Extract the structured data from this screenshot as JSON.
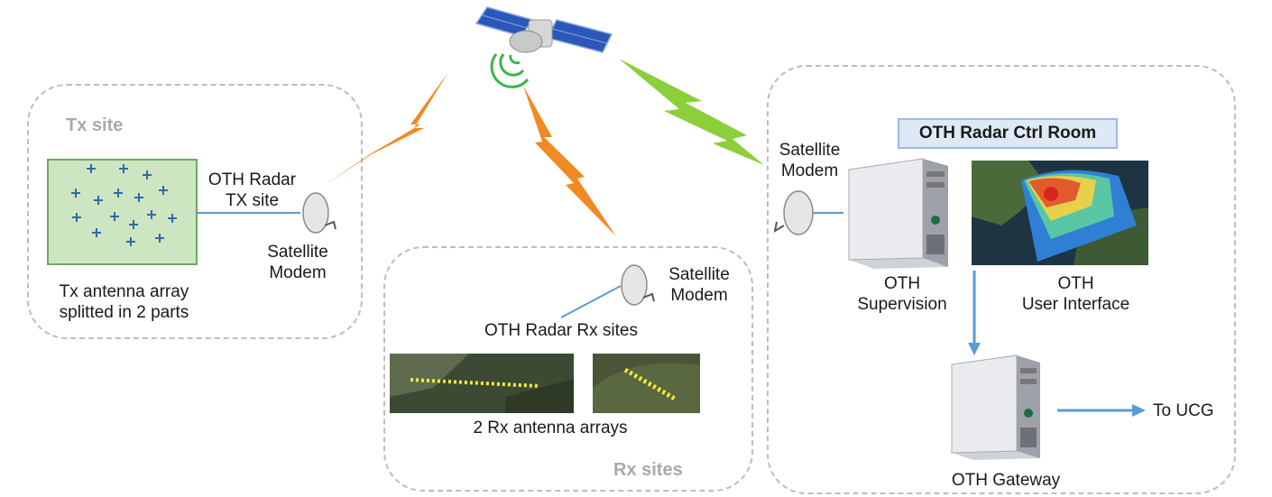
{
  "regions": {
    "tx_site_title": "Tx site",
    "rx_sites_title": "Rx sites"
  },
  "labels": {
    "oth_radar_tx_site_line1": "OTH Radar",
    "oth_radar_tx_site_line2": "TX site",
    "tx_satellite_modem_line1": "Satellite",
    "tx_satellite_modem_line2": "Modem",
    "tx_antenna_array_line1": "Tx antenna array",
    "tx_antenna_array_line2": "splitted in 2 parts",
    "rx_satellite_modem_line1": "Satellite",
    "rx_satellite_modem_line2": "Modem",
    "oth_radar_rx_sites": "OTH Radar Rx sites",
    "rx_antenna_arrays": "2 Rx antenna arrays",
    "ctrl_room_title": "OTH Radar Ctrl Room",
    "ctrl_satellite_modem_line1": "Satellite",
    "ctrl_satellite_modem_line2": "Modem",
    "oth_supervision_line1": "OTH",
    "oth_supervision_line2": "Supervision",
    "oth_user_interface_line1": "OTH",
    "oth_user_interface_line2": "User Interface",
    "oth_gateway": "OTH Gateway",
    "to_ucg": "To UCG"
  },
  "colors": {
    "orange_link": "#f08a24",
    "green_link": "#8ccf3c",
    "connector_blue": "#5b9bd5",
    "tx_array_fill": "#cde5c0",
    "cross_mark": "#2f6aa8"
  },
  "icons": [
    "satellite-icon",
    "satellite-dish-icon",
    "server-tower-icon",
    "radar-map-image",
    "aerial-photo-image"
  ]
}
